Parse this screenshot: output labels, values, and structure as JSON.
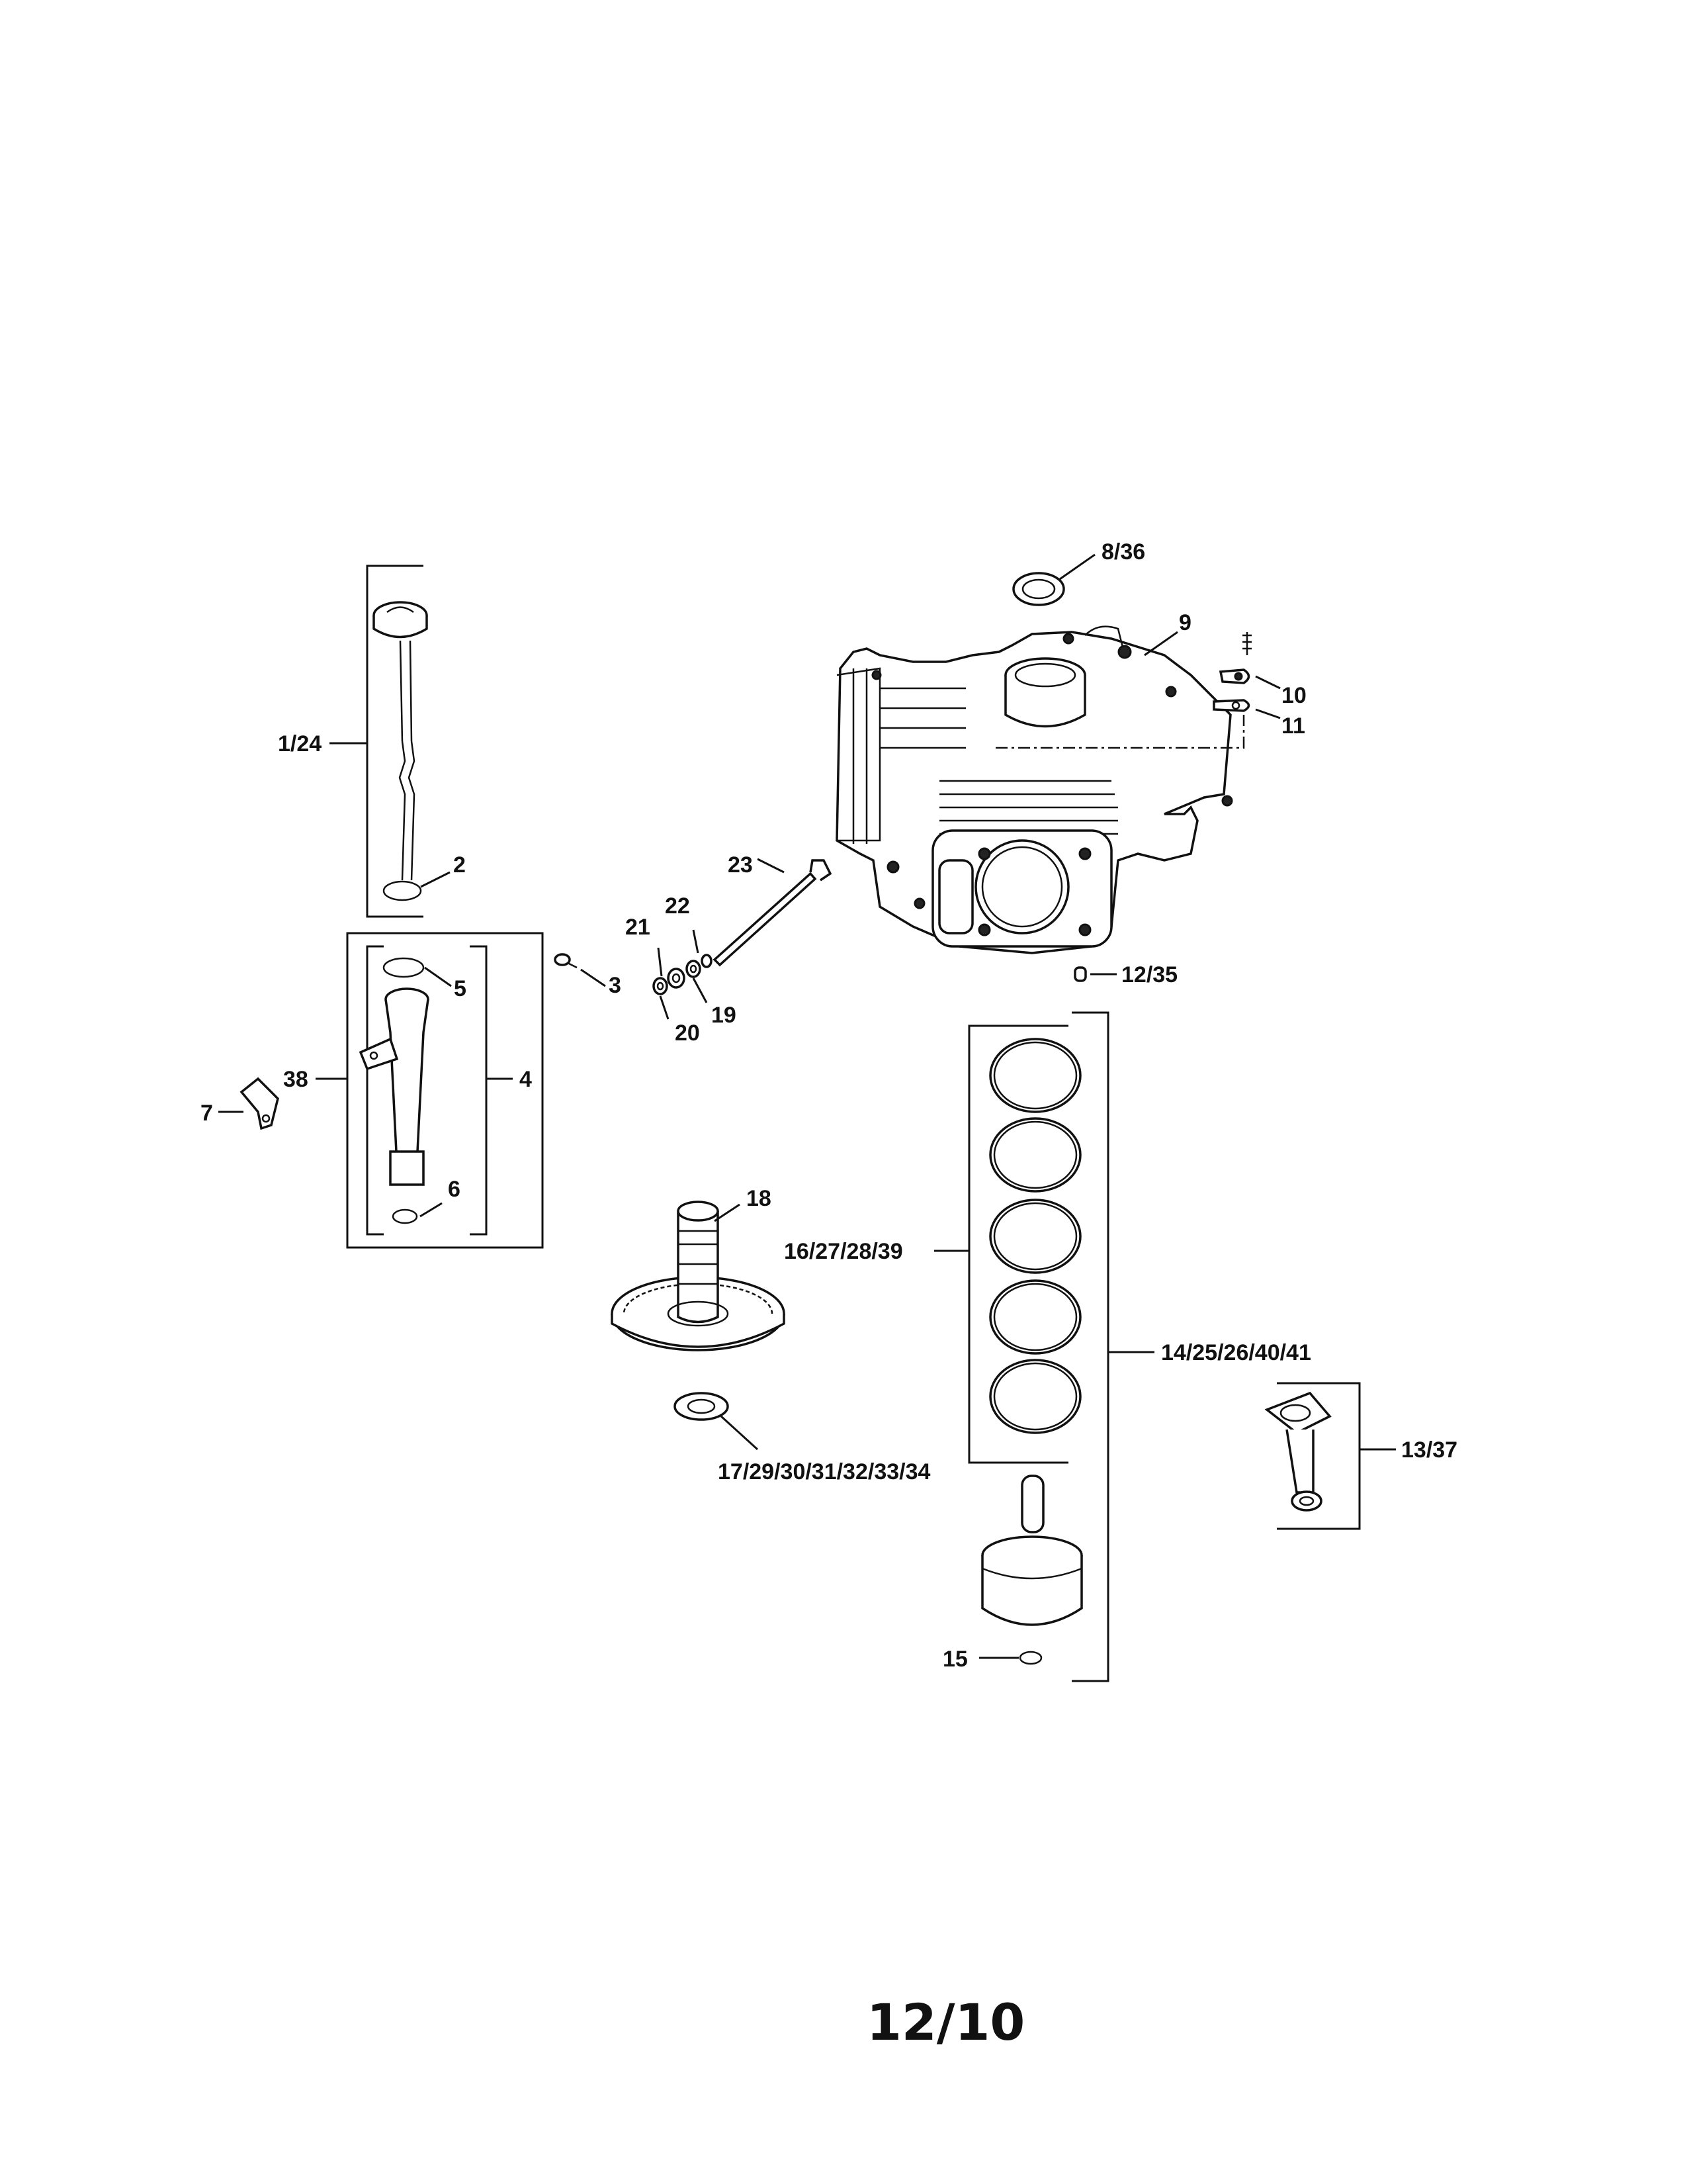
{
  "callouts": {
    "c_8_36": "8/36",
    "c_9": "9",
    "c_10": "10",
    "c_11": "11",
    "c_1_24": "1/24",
    "c_2": "2",
    "c_23": "23",
    "c_22": "22",
    "c_21": "21",
    "c_3": "3",
    "c_5": "5",
    "c_19": "19",
    "c_20": "20",
    "c_12_35": "12/35",
    "c_38": "38",
    "c_4": "4",
    "c_7": "7",
    "c_6": "6",
    "c_18": "18",
    "c_16_27_28_39": "16/27/28/39",
    "c_14_25_26_40_41": "14/25/26/40/41",
    "c_13_37": "13/37",
    "c_17_29_30_31_32_33_34": "17/29/30/31/32/33/34",
    "c_15": "15"
  },
  "footer": {
    "page_code": "12/10"
  }
}
